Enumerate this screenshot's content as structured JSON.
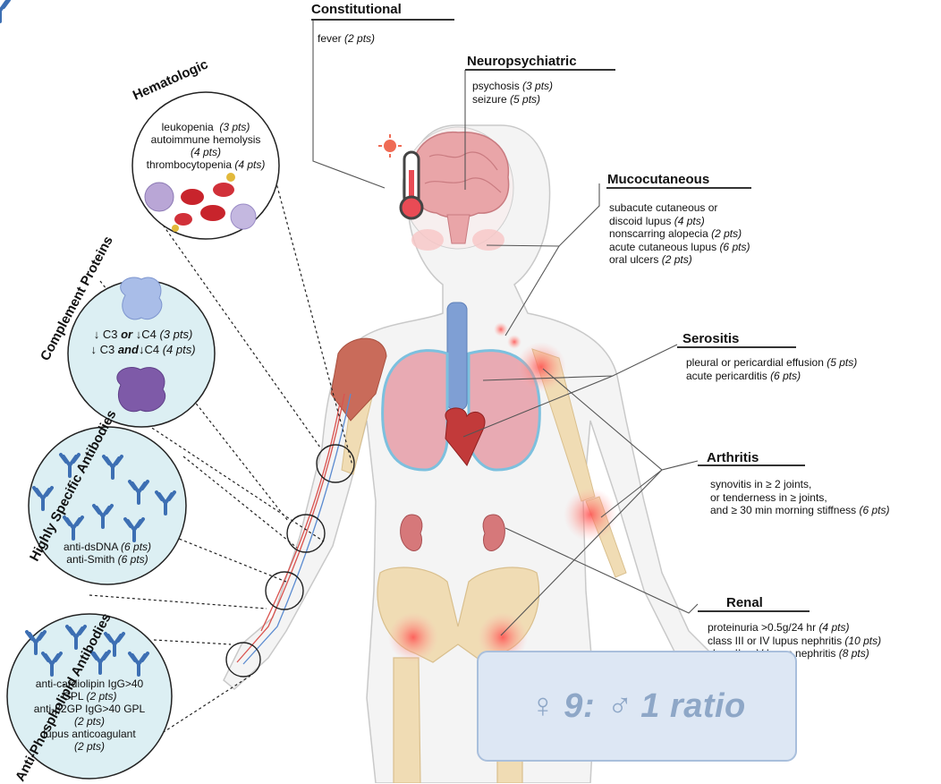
{
  "colors": {
    "circle_fill": "#dceff3",
    "antibody": "#3d6fb3",
    "bone": "#f0dcb4",
    "lung": "#e8aab3",
    "inflammation": "#ff6b6b",
    "ratio_text": "#8ea7c7"
  },
  "constitutional": {
    "title": "Constitutional",
    "items": [
      {
        "text": "fever",
        "pts": "(2 pts)"
      }
    ]
  },
  "neuropsychiatric": {
    "title": "Neuropsychiatric",
    "items": [
      {
        "text": "psychosis",
        "pts": "(3 pts)"
      },
      {
        "text": "seizure",
        "pts": "(5 pts)"
      }
    ]
  },
  "mucocutaneous": {
    "title": "Mucocutaneous",
    "items": [
      {
        "text": "subacute cutaneous or",
        "pts": ""
      },
      {
        "text": "discoid lupus",
        "pts": "(4 pts)"
      },
      {
        "text": "nonscarring alopecia",
        "pts": "(2 pts)"
      },
      {
        "text": "acute cutaneous lupus",
        "pts": "(6 pts)"
      },
      {
        "text": "oral ulcers",
        "pts": "(2 pts)"
      }
    ]
  },
  "serositis": {
    "title": "Serositis",
    "items": [
      {
        "text": "pleural or pericardial effusion",
        "pts": "(5 pts)"
      },
      {
        "text": "acute pericarditis",
        "pts": "(6 pts)"
      }
    ]
  },
  "arthritis": {
    "title": "Arthritis",
    "items": [
      {
        "text": "synovitis in ≥ 2 joints,",
        "pts": ""
      },
      {
        "text": "or tenderness in ≥ joints,",
        "pts": ""
      },
      {
        "text": "and ≥ 30 min morning stiffness",
        "pts": "(6 pts)"
      }
    ]
  },
  "renal": {
    "title": "Renal",
    "items": [
      {
        "text": "proteinuria >0.5g/24 hr",
        "pts": "(4 pts)"
      },
      {
        "text": "class III or IV lupus nephritis",
        "pts": "(10 pts)"
      },
      {
        "text": "class II or V lupus nephritis",
        "pts": "(8 pts)"
      }
    ]
  },
  "hematologic": {
    "title": "Hematologic",
    "items": [
      {
        "text": "leukopenia",
        "pts": "(3 pts)"
      },
      {
        "text": "autoimmune hemolysis",
        "pts": ""
      },
      {
        "text": "",
        "pts": "(4 pts)"
      },
      {
        "text": "thrombocytopenia",
        "pts": "(4 pts)"
      }
    ]
  },
  "complement": {
    "title": "Complement Proteins",
    "line1": {
      "a": "↓ C3",
      "op": "or",
      "b": "↓C4",
      "pts": "(3 pts)"
    },
    "line2": {
      "a": "↓ C3",
      "op": "and",
      "b": "↓C4",
      "pts": "(4 pts)"
    }
  },
  "specific_antibodies": {
    "title": "Highly Specific Antibodies",
    "items": [
      {
        "text": "anti-dsDNA",
        "pts": "(6 pts)"
      },
      {
        "text": "anti-Smith",
        "pts": "(6 pts)"
      }
    ]
  },
  "antiphospholipid": {
    "title": "Anti-Phospholipid Antibodies",
    "items": [
      {
        "text": "anti-cardiolipin IgG>40",
        "pts": ""
      },
      {
        "text": "GPL",
        "pts": "(2 pts)"
      },
      {
        "text": "anti-β2GP IgG>40 GPL",
        "pts": ""
      },
      {
        "text": "",
        "pts": "(2 pts)"
      },
      {
        "text": "lupus anticoagulant",
        "pts": ""
      },
      {
        "text": "",
        "pts": "(2 pts)"
      }
    ]
  },
  "ratio": {
    "text": "♀ 9: ♂ 1 ratio"
  }
}
